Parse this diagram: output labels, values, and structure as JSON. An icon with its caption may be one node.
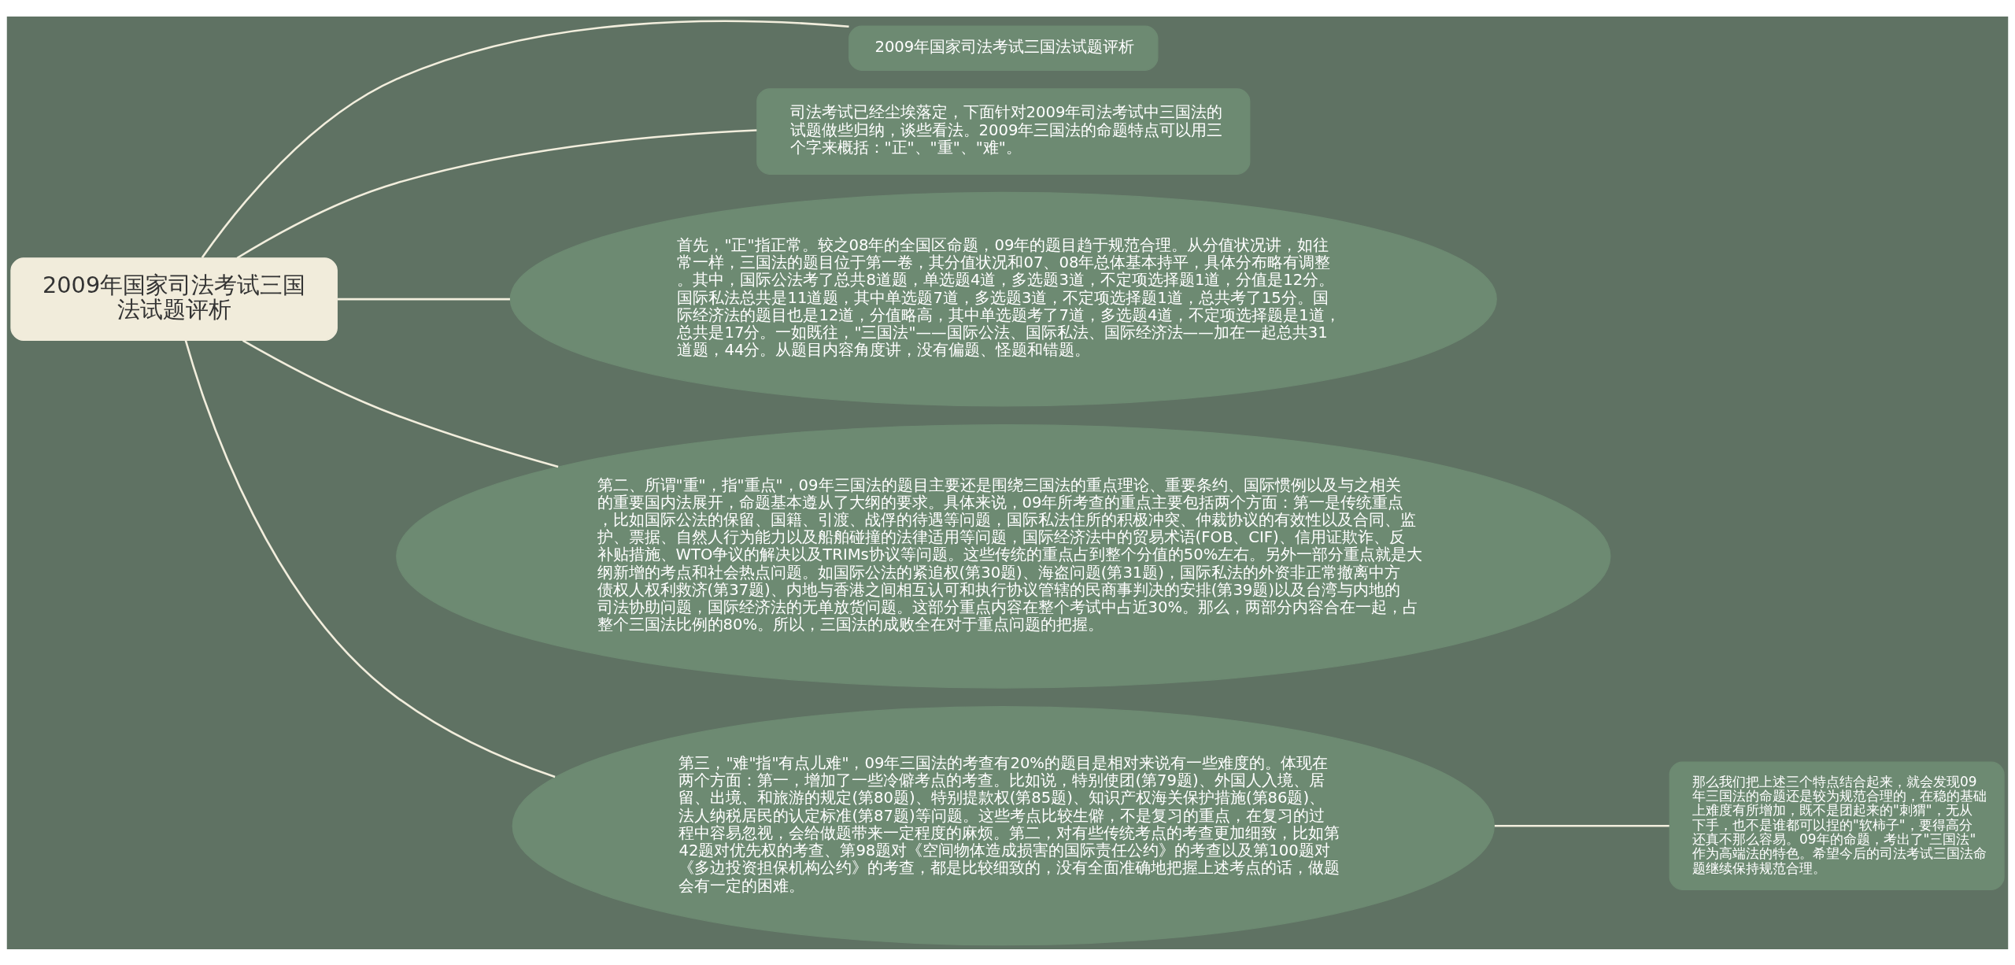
{
  "diagram": {
    "nodes": [
      {
        "text": [
          "2009年国家司法考试三国法试题评析"
        ]
      },
      {
        "text": [
          "2009年国家司法考试三国法试题评析"
        ]
      },
      {
        "text": [
          "司法考试已经尘埃落定，下面针对2009年司法考试中三国法的试题做些归纳，谈些看法。2009年三国法的命题特点可以用三个字来概括：\"正\"、\"重\"、\"难\"。"
        ]
      },
      {
        "text": [
          "首先，\"正\"指正常。较之08年的全国区命题，09年的题目趋于规范合理。从分值状况讲，如往常一样，三国法的题目位于第一卷，其分值状况和07、08年总体基本持平，具体分布略有调整。其中，国际公法考了总共8道题，单选题4道，多选题3道，不定项选择题1道，分值是12分。国际私法总共是11道题，其中单选题7道，多选题3道，不定项选择题1道，总共考了15分。国际经济法的题目也是12道，分值略高，其中单选题考了7道，多选题4道，不定项选择题是1道，总共是17分。一如既往，\"三国法\"——国际公法、国际私法、国际经济法——加在一起总共31道题，44分。从题目内容角度讲，没有偏题、怪题和错题。"
        ]
      },
      {
        "text": [
          "第二、所谓\"重\"，指\"重点\"，09年三国法的题目主要还是围绕三国法的重点理论、重要条约、国际惯例以及与之相关的重要国内法展开，命题基本遵从了大纲的要求。具体来说，09年所考查的重点主要包括两个方面：第一是传统重点，比如国际公法的保留、国籍、引渡、战俘的待遇等问题，国际私法住所的积极冲突、仲裁协议的有效性以及合同、监护、票据、自然人行为能力以及船舶碰撞的法律适用等问题，国际经济法中的贸易术语(FOB、CIF)、信用证欺诈、反补贴措施、WTO争议的解决以及TRIMs协议等问题。这些传统的重点占到整个分值的50%左右。另外一部分重点就是大纲新增的考点和社会热点问题。如国际公法的紧追权(第30题)、海盗问题(第31题)，国际私法的外资非正常撤离中方债权人权利救济(第37题)、内地与香港之间相互认可和执行协议管辖的民商事判决的安排(第39题)以及台湾与内地的司法协助问题，国际经济法的无单放货问题。这部分重点内容在整个考试中占近30%。那么，两部分内容合在一起，占整个三国法比例的80%。所以，三国法的成败全在对于重点问题的把握。"
        ]
      },
      {
        "text": [
          "第三，\"难\"指\"有点儿难\"，09年三国法的考查有20%的题目是相对来说有一些难度的。体现在两个方面：第一，增加了一些冷僻考点的考查。比如说，特别使团(第79题)、外国人入境、居留、出境、和旅游的规定(第80题)、特别提款权(第85题)、知识产权海关保护措施(第86题)、法人纳税居民的认定标准(第87题)等问题。这些考点比较生僻，不是复习的重点，在复习的过程中容易忽视，会给做题带来一定程度的麻烦。第二，对有些传统考点的考查更加细致，比如第42题对优先权的考查、第98题对《空间物体造成损害的国际责任公约》的考查以及第100题对《多边投资担保机构公约》的考查，都是比较细致的，没有全面准确地把握上述考点的话，做题会有一定的困难。"
        ]
      },
      {
        "text": [
          "那么我们把上述三个特点结合起来，就会发现09年三国法的命题还是较为规范合理的，在稳的基础上难度有所增加，既不是团起来的\"刺猬\"，无从下手，也不是谁都可以捏的\"软柿子\"，要得高分还真不那么容易。09年的命题，考出了\"三国法\"作为高端法的特色。希望今后的司法考试三国法命题继续保持规范合理。"
        ]
      }
    ],
    "edges": [
      {
        "from": 0,
        "to": 1,
        "arrow": "none"
      },
      {
        "from": 0,
        "to": 2,
        "arrow": "none"
      },
      {
        "from": 0,
        "to": 3,
        "arrow": "none"
      },
      {
        "from": 0,
        "to": 4,
        "arrow": "none"
      },
      {
        "from": 0,
        "to": 5,
        "arrow": "none"
      },
      {
        "from": 5,
        "to": 6,
        "arrow": "none"
      }
    ]
  }
}
